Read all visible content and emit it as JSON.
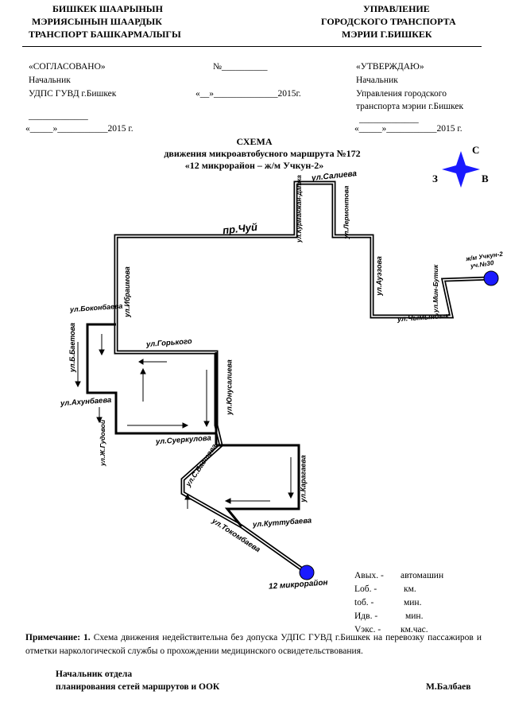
{
  "header": {
    "left": [
      "БИШКЕК ШААРЫНЫН",
      "МЭРИЯСЫНЫН     ШААРДЫК",
      "ТРАНСПОРТ  БАШКАРМАЛЫГЫ"
    ],
    "right": [
      "УПРАВЛЕНИЕ",
      "ГОРОДСКОГО  ТРАНСПОРТА",
      "МЭРИИ Г.БИШКЕК"
    ]
  },
  "approvals": {
    "left": [
      "«СОГЛАСОВАНО»",
      "Начальник",
      "УДПС  ГУВД г.Бишкек",
      "_____________",
      "«_____»___________2015 г."
    ],
    "number": "№__________",
    "date_mid": "«__»______________2015г.",
    "right": [
      "«УТВЕРЖДАЮ»",
      "Начальник",
      "Управления городского",
      "транспорта мэрии г.Бишкек",
      "_____________",
      "«_____»___________2015 г."
    ]
  },
  "title": {
    "line1": "СХЕМА",
    "line2": "движения микроавтобусного маршрута  №172",
    "line3": "«12 микрорайон  – ж/м Учкун-2»"
  },
  "compass": {
    "north": "С",
    "west": "З",
    "east": "В",
    "color": "#1a1aff"
  },
  "streets": {
    "saliev": "ул.Салиева",
    "kurmanjan": "ул.Курманжан-Датка",
    "lermontov": "ул.Лермонтова",
    "chui": "пр.Чуй",
    "auezov": "ул.Ауэзова",
    "mailibash": "ул.Мин-Бутик",
    "chymyndyk": "ул.Чымындык",
    "terminal_right_1": "ж/м Учкун-2",
    "terminal_right_2": "уч.№30",
    "bokonbaev": "ул.Боконбаева",
    "ibraimov": "ул.Ибраимова",
    "baetov": "ул.Б.Баетова",
    "gorkogo": "ул.Горького",
    "yunusaliev": "ул.Юнусалиева",
    "akhunbaev": "ул.Ахунбаева",
    "zhgudovoi": "ул.Ж.Гудовой",
    "suerkulov": "ул.Суеркулова",
    "s_baetov": "ул.С.Баетова",
    "karagaeva": "ул.Карагаева",
    "kuttubaev": "ул.Куттубаева",
    "tokombaev": "ул.Токомбаева",
    "terminal_left": "12 микрорайон"
  },
  "legend": [
    [
      "Авых. -",
      "автомашин"
    ],
    [
      "Lоб. -",
      "км."
    ],
    [
      "tоб. -",
      "мин."
    ],
    [
      "Идв. -",
      "мин."
    ],
    [
      "Vэкс. -",
      "км.час."
    ]
  ],
  "note": {
    "label": "Примечание: 1.",
    "text": "Схема движения недействительна без допуска УДПС ГУВД г.Бишкек на перевозку пассажиров и отметки наркологической службы о прохождении медицинского освидетельствования."
  },
  "signature": {
    "line1": "Начальник  отдела",
    "line2": "планирования сетей маршрутов и ООК",
    "name": "М.Балбаев"
  },
  "colors": {
    "route": "#000000",
    "terminal": "#1a1aff"
  }
}
